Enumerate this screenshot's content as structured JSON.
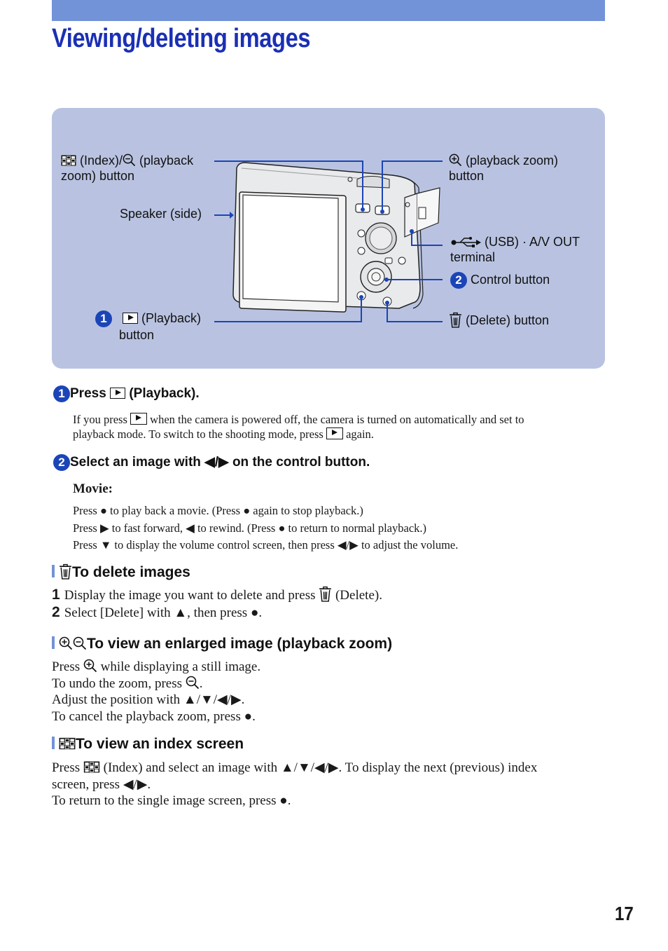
{
  "header": {
    "title": "Viewing/deleting images"
  },
  "diagram": {
    "index_label_a": " (Index)/",
    "index_label_b": " (playback",
    "index_label_c": "zoom) button",
    "speaker": "Speaker (side)",
    "zoom_label_a": " (playback zoom)",
    "zoom_label_b": "button",
    "usb_label_a": " (USB) · A/V OUT",
    "usb_label_b": "terminal",
    "control_num": "2",
    "control_label": "Control button",
    "playback_num": "1",
    "playback_label_a": " (Playback)",
    "playback_label_b": "button",
    "delete_label": " (Delete) button"
  },
  "step1": {
    "num": "1",
    "head_a": "Press ",
    "head_b": " (Playback).",
    "line1_a": "If you press ",
    "line1_b": " when the camera is powered off, the camera is turned on automatically and set to",
    "line2_a": "playback mode. To switch to the shooting mode, press ",
    "line2_b": " again."
  },
  "step2": {
    "num": "2",
    "head": "Select an image with ◀/▶ on the control button.",
    "movie_head": "Movie:",
    "lines": [
      "Press ● to play back a movie. (Press ● again to stop playback.)",
      "Press ▶ to fast forward, ◀ to rewind. (Press ● to return to normal playback.)",
      "Press ▼ to display the volume control screen, then press ◀/▶ to adjust the volume."
    ]
  },
  "delete_section": {
    "head": "To delete images",
    "item1_num": "1",
    "item1_a": "Display the image you want to delete and press ",
    "item1_b": " (Delete).",
    "item2_num": "2",
    "item2": "Select [Delete] with ▲, then press ●."
  },
  "zoom_section": {
    "head": "To view an enlarged image (playback zoom)",
    "line1_a": "Press ",
    "line1_b": " while displaying a still image.",
    "line2_a": "To undo the zoom, press ",
    "line2_b": ".",
    "line3": "Adjust the position with ▲/▼/◀/▶.",
    "line4": "To cancel the playback zoom, press ●."
  },
  "index_section": {
    "head": "To view an index screen",
    "line1_a": "Press ",
    "line1_b": " (Index) and select an image with ▲/▼/◀/▶. To display the next (previous) index",
    "line2": "screen, press ◀/▶.",
    "line3": "To return to the single image screen, press ●."
  },
  "footer": {
    "page_number": "17"
  },
  "colors": {
    "accent_bar": "#7393d8",
    "title": "#1b2fb5",
    "panel": "#b9c3e1",
    "leader": "#1b45b7"
  }
}
